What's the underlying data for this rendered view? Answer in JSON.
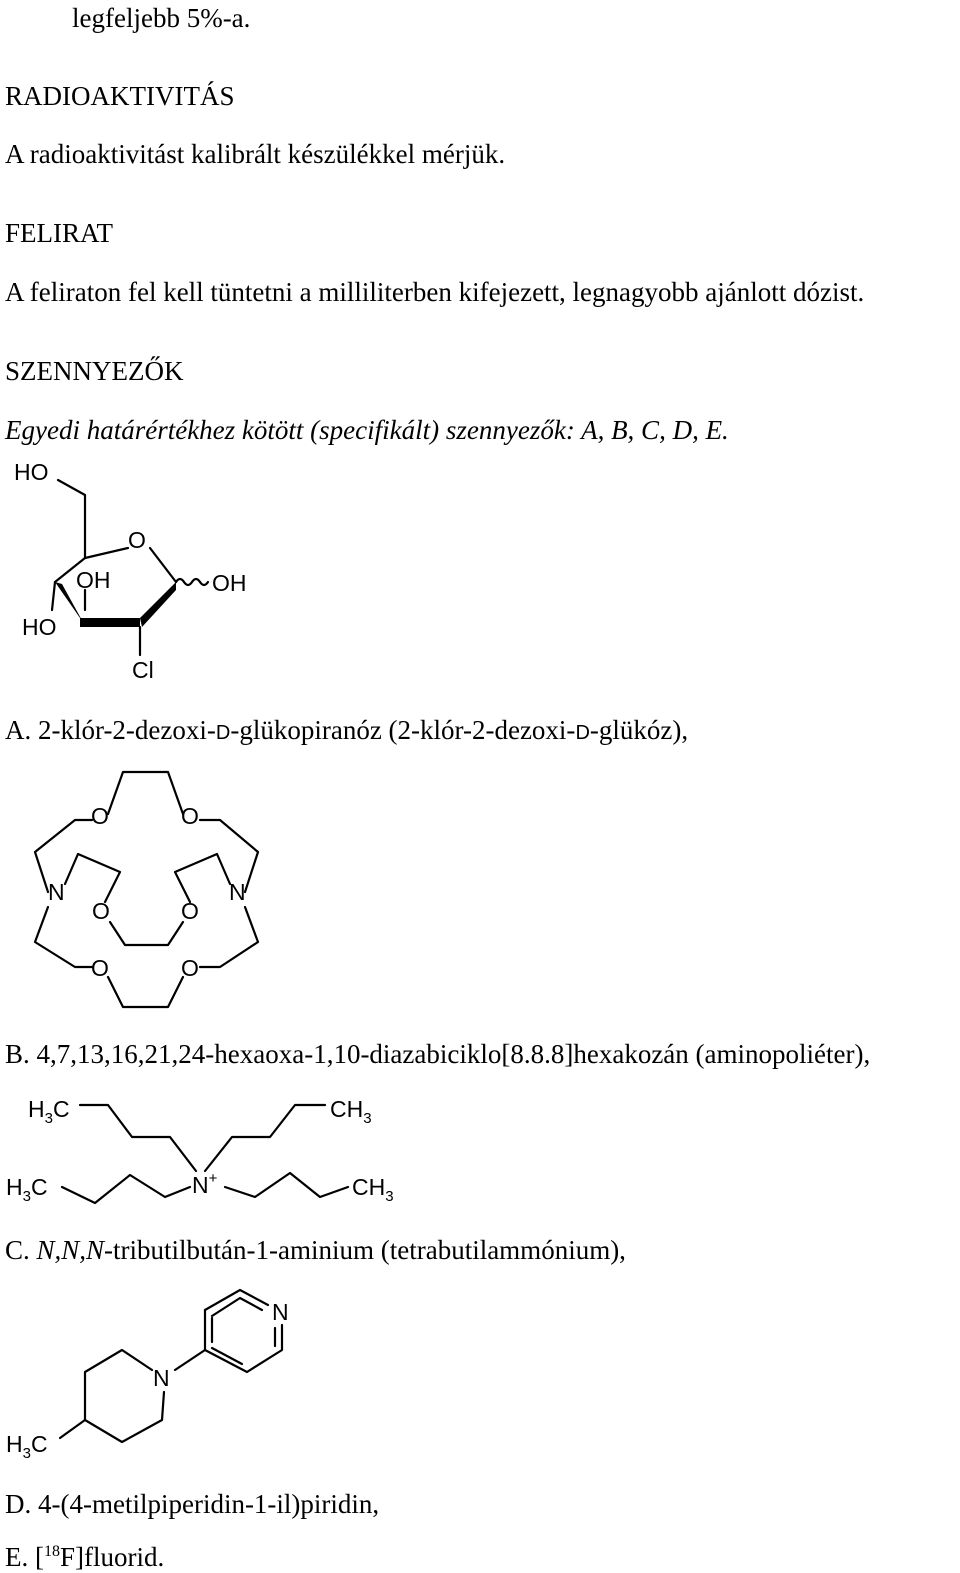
{
  "lines": {
    "line0": "legfeljebb 5%-a.",
    "radio_heading": "RADIOAKTIVITÁS",
    "radio_text": "A radioaktivitást kalibrált készülékkel mérjük.",
    "felirat_heading": "FELIRAT",
    "felirat_text": "A feliraton fel kell tüntetni a milliliterben kifejezett, legnagyobb ajánlott dózist.",
    "szenny_heading": "SZENNYEZŐK",
    "szenny_text": "Egyedi határértékhez kötött (specifikált) szennyezők: A, B, C, D, E."
  },
  "impurities": {
    "A": {
      "p1": "A. 2-klór-2-dezoxi-",
      "d1": "D",
      "p2": "-glükopiranóz (2-klór-2-dezoxi-",
      "d2": "D",
      "p3": "-glükóz),"
    },
    "B": {
      "text": "B. 4,7,13,16,21,24-hexaoxa-1,10-diazabiciklo[8.8.8]hexakozán (aminopoliéter),"
    },
    "C": {
      "p1": "C. ",
      "it": "N,N,N",
      "p2": "-tributilbután-1-aminium (tetrabutilammónium),"
    },
    "D": {
      "text": "D. 4-(4-metilpiperidin-1-il)piridin,"
    },
    "E": {
      "p1": "E. [",
      "sup": "18",
      "p2": "F]fluorid."
    }
  },
  "structures": {
    "A": {
      "ho_top": "HO",
      "o_ring": "O",
      "oh_inner": "OH",
      "oh_right": "OH",
      "ho_left": "HO",
      "cl": "Cl"
    },
    "B": {
      "o": "O",
      "n": "N"
    },
    "C": {
      "h": "H",
      "three": "3",
      "c": "C",
      "ch": "CH",
      "n": "N",
      "plus": "+"
    },
    "D": {
      "n": "N",
      "h": "H",
      "three": "3",
      "c": "C"
    }
  }
}
